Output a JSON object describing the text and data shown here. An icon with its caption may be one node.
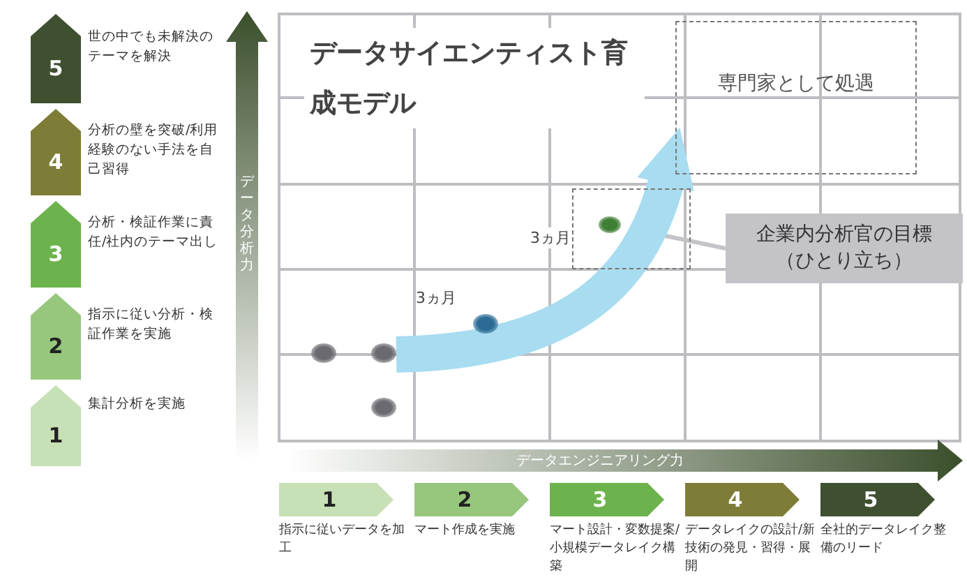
{
  "diagram": {
    "title": "データサイエンティスト育成モデル",
    "nodes": [
      {
        "text": [
          "5",
          "世の中でも未解決のテーマを解決"
        ]
      },
      {
        "text": [
          "4",
          "分析の壁を突破/利用経験のない手法を自己習得"
        ]
      },
      {
        "text": [
          "3",
          "分析・検証作業に責任/社内のテーマ出し"
        ]
      },
      {
        "text": [
          "2",
          "指示に従い分析・検証作業を実施"
        ]
      },
      {
        "text": [
          "1",
          "集計分析を実施"
        ]
      },
      {
        "text": [
          "専門家として処遇"
        ]
      },
      {
        "text": [],
        "shape": "box"
      },
      {
        "text": [],
        "shape": "circle",
        "in": 6
      },
      {
        "text": [
          "企業内分析官の目標（ひとり立ち）"
        ]
      },
      {
        "text": [],
        "shape": "circle"
      },
      {
        "text": [],
        "shape": "circle"
      },
      {
        "text": [],
        "shape": "circle"
      },
      {
        "text": [],
        "shape": "circle"
      },
      {
        "text": [
          "1"
        ],
        "beside": [
          "指示に従いデータを加工"
        ]
      },
      {
        "text": [
          "2"
        ],
        "beside": [
          "マート作成を実施"
        ]
      },
      {
        "text": [
          "3"
        ],
        "beside": [
          "マート設計・変数提案/小規模データレイク構築"
        ]
      },
      {
        "text": [
          "4"
        ],
        "beside": [
          "データレイクの設計/新技術の発見・習得・展開"
        ]
      },
      {
        "text": [
          "5"
        ],
        "beside": [
          "全社的データレイク整備のリード"
        ]
      }
    ],
    "edges": [
      {
        "from": 8,
        "to": 7,
        "arrow": "none",
        "color": "#c4c4c8"
      },
      {
        "from": 11,
        "to": 5,
        "arrow": "to",
        "style": "thick",
        "color": "#a8dcf0"
      }
    ],
    "labels": [
      "3ヵ月",
      "3ヵ月",
      "データ分析力",
      "データエンジニアリング力"
    ]
  }
}
